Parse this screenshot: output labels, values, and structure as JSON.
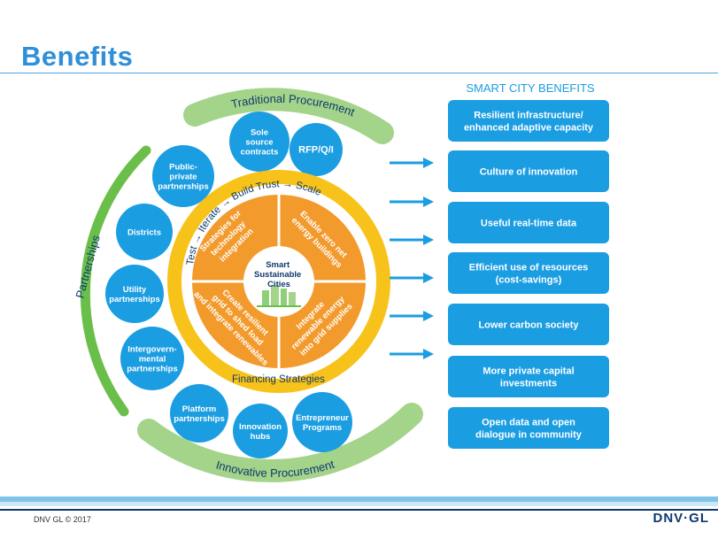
{
  "slide": {
    "title": "Benefits",
    "footer": "DNV GL © 2017",
    "logo": "DNV·GL"
  },
  "diagram": {
    "arcs": {
      "traditional": "Traditional Procurement",
      "partnerships": "Partnerships",
      "innovative": "Innovative Procurement"
    },
    "circles": {
      "sole_source": [
        "Sole",
        "source",
        "contracts"
      ],
      "rfp": [
        "RFP/Q/I"
      ],
      "ppp": [
        "Public-",
        "private",
        "partnerships"
      ],
      "districts": [
        "Districts"
      ],
      "utility": [
        "Utility",
        "partnerships"
      ],
      "intergov": [
        "Intergovern-",
        "mental",
        "partnerships"
      ],
      "platform": [
        "Platform",
        "partnerships"
      ],
      "innovation": [
        "Innovation",
        "hubs"
      ],
      "entrepreneur": [
        "Entrepreneur",
        "Programs"
      ]
    },
    "ring_top": "Test → Iterate → Build Trust → Scale",
    "ring_bottom": "Financing Strategies",
    "quadrants": {
      "q1": [
        "Strategies for",
        "technology",
        "integration"
      ],
      "q2": [
        "Enable zero net",
        "energy buildings"
      ],
      "q3": [
        "Create resilient",
        "grid to shed load",
        "and integrate renewables"
      ],
      "q4": [
        "Integrate",
        "renewable energy",
        "into grid supplies"
      ]
    },
    "center": [
      "Smart",
      "Sustainable",
      "Cities"
    ]
  },
  "benefits": {
    "heading": "SMART CITY BENEFITS",
    "items": [
      [
        "Resilient infrastructure/",
        "enhanced adaptive capacity"
      ],
      [
        "Culture of innovation"
      ],
      [
        "Useful real-time data"
      ],
      [
        "Efficient use of resources",
        "(cost-savings)"
      ],
      [
        "Lower carbon society"
      ],
      [
        "More private capital",
        "investments"
      ],
      [
        "Open data and open",
        "dialogue in community"
      ]
    ]
  },
  "colors": {
    "blue": "#1b9de2",
    "green": "#6abf4b",
    "light_green": "#a4d38a",
    "yellow": "#f7c31a",
    "orange": "#f39a2d",
    "title_blue": "#2f8fd8"
  }
}
